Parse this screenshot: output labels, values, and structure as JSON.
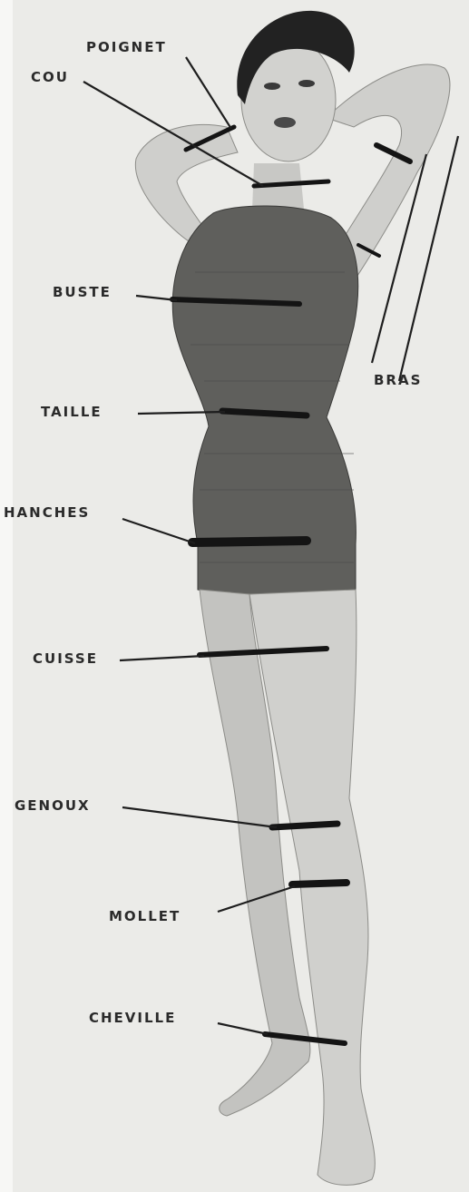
{
  "labels": {
    "poignet": "POIGNET",
    "cou": "COU",
    "buste": "BUSTE",
    "bras": "BRAS",
    "taille": "TAILLE",
    "hanches": "HANCHES",
    "cuisse": "CUISSE",
    "genoux": "GENOUX",
    "mollet": "MOLLET",
    "cheville": "CHEVILLE"
  },
  "colors": {
    "paper": "#ebebe8",
    "ink": "#2a2a2a",
    "skin": "#cfcfcc",
    "swimsuit": "#5f5f5c",
    "hair": "#222222",
    "tape": "#141414"
  }
}
